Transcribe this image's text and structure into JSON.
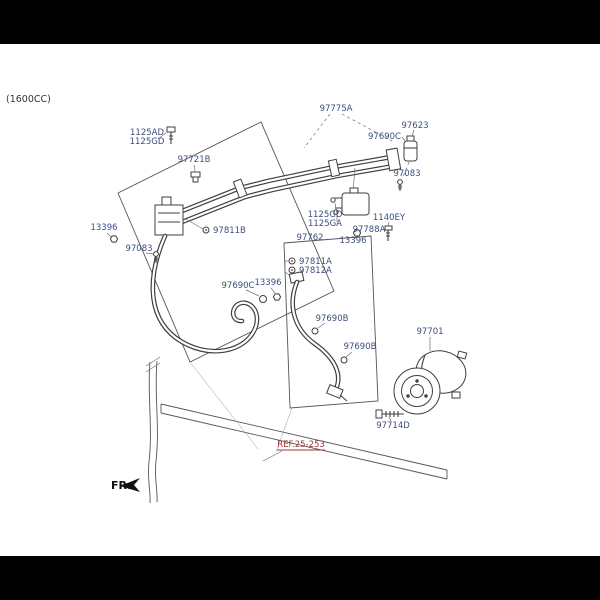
{
  "page": {
    "engine": "(1600CC)",
    "fr": "FR."
  },
  "ref_link": {
    "text": "REF.25-253"
  },
  "labels": {
    "p97775a": "97775A",
    "p97623": "97623",
    "p97690c_top": "97690C",
    "p1125ad": "1125AD",
    "p1125gd_top": "1125GD",
    "p97721b": "97721B",
    "p97083_right": "97083",
    "p1125gd": "1125GD",
    "p1125ga": "1125GA",
    "p1140ey": "1140EY",
    "p97788a": "97788A",
    "p13396_right": "13396",
    "p13396_left": "13396",
    "p97811b": "97811B",
    "p97083_left": "97083",
    "p97762": "97762",
    "p97811a": "97811A",
    "p97812a": "97812A",
    "p97690c_low": "97690C",
    "p13396_mid": "13396",
    "p97690b_up": "97690B",
    "p97690b_low": "97690B",
    "p97701": "97701",
    "p97714d": "97714D"
  },
  "colors": {
    "part_label": "#3d4e7e",
    "ref_link": "#a03434",
    "diagram_line": "#3f3f3f",
    "leader_line": "#6f6f6f",
    "letterbox": "#000000"
  }
}
